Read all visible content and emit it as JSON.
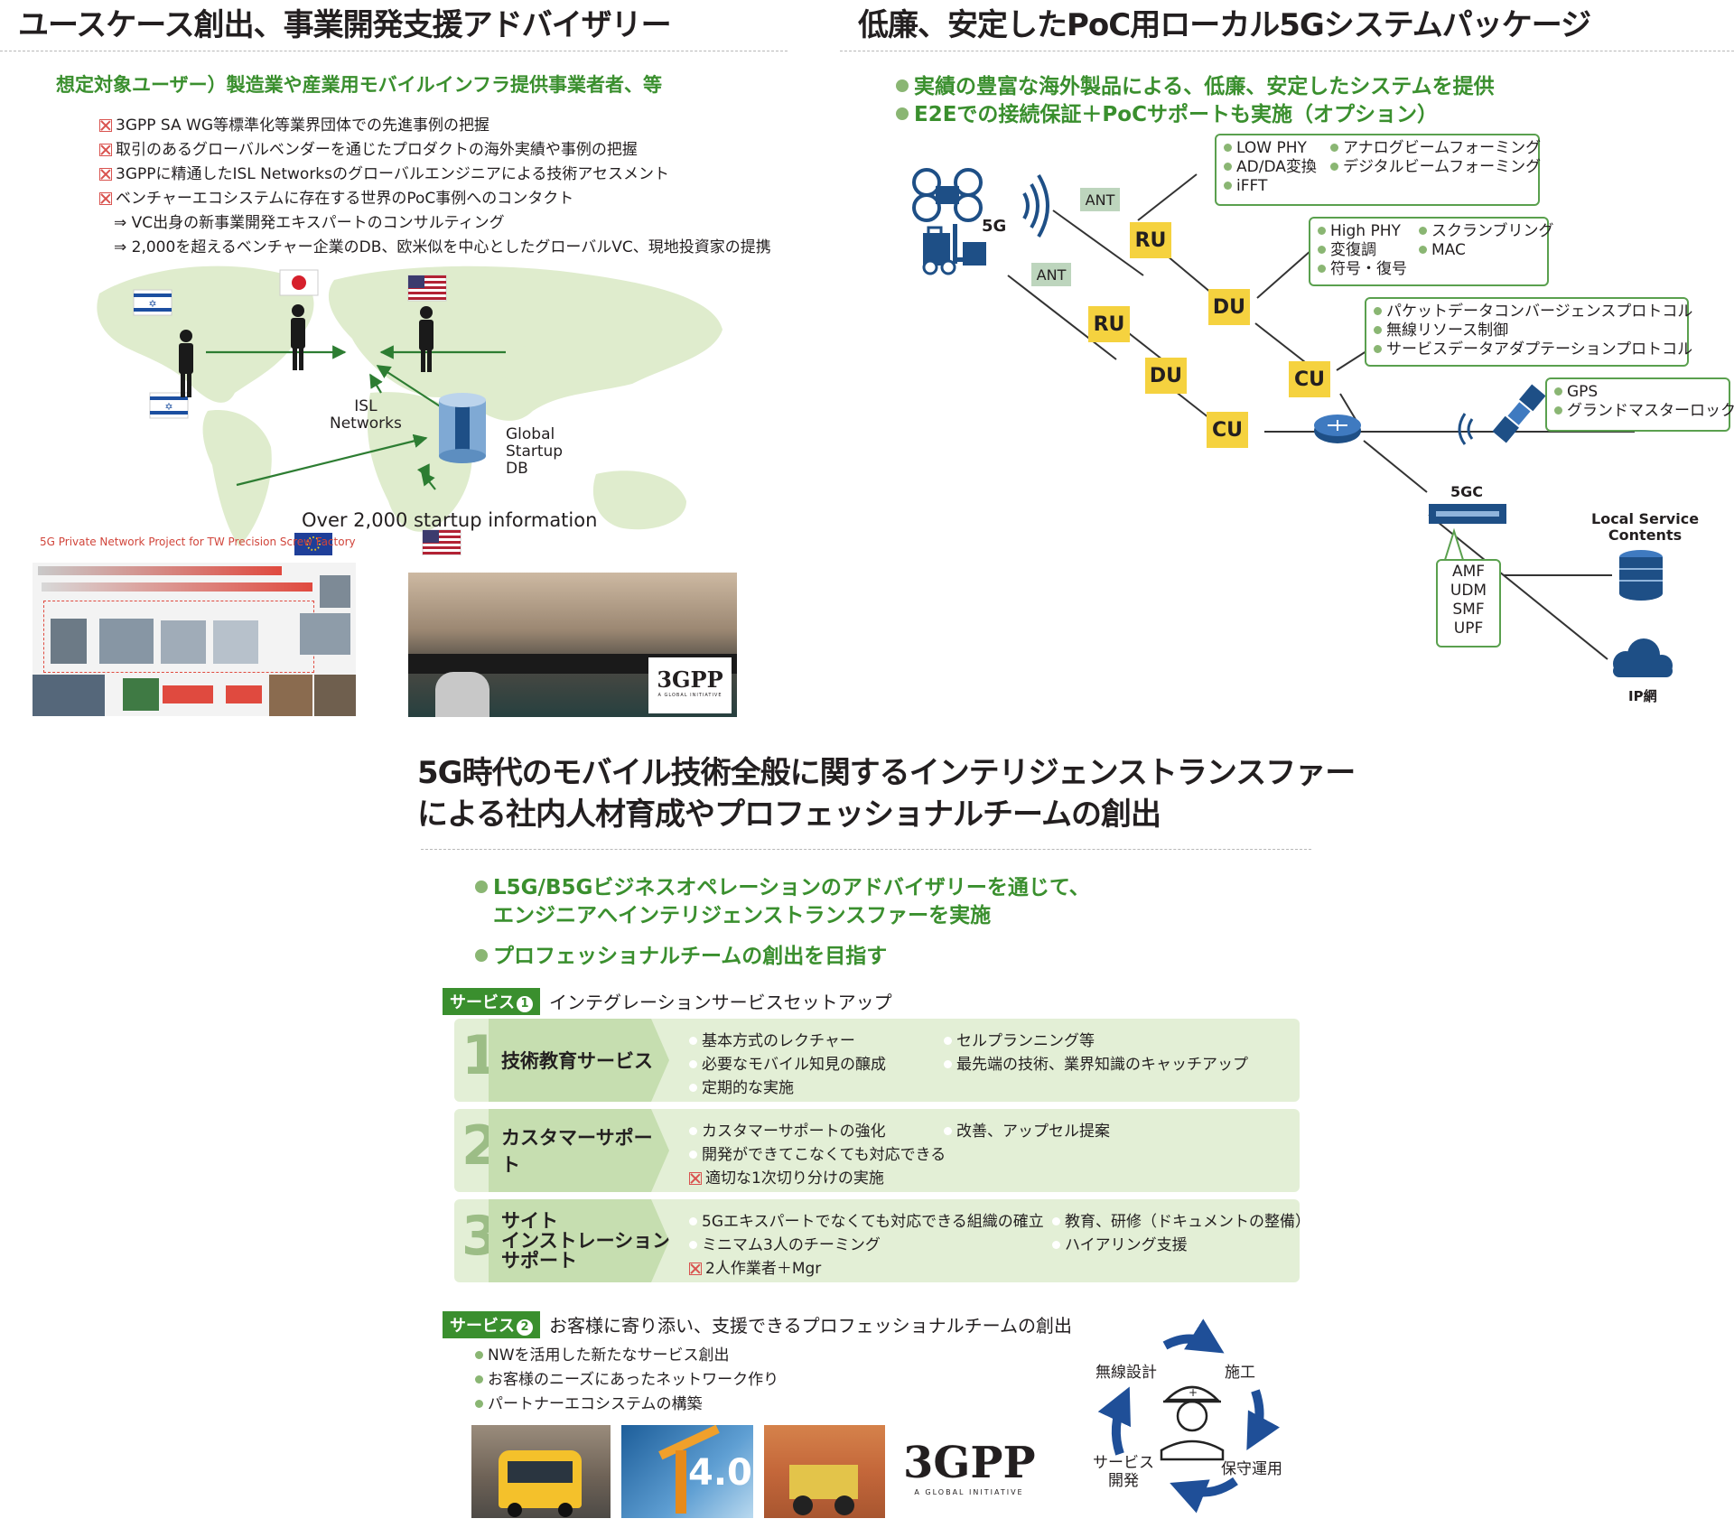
{
  "left_section": {
    "title": "ユースケース創出、事業開発支援アドバイザリー",
    "target_users": "想定対象ユーザー）製造業や産業用モバイルインフラ提供事業者者、等",
    "items": [
      "3GPP SA WG等標準化等業界団体での先進事例の把握",
      "取引のあるグローバルベンダーを通じたプロダクトの海外実績や事例の把握",
      "3GPPに精通したISL Networksのグローバルエンジニアによる技術アセスメント",
      "ベンチャーエコシステムに存在する世界のPoC事例へのコンタクト"
    ],
    "sub_items": [
      "⇒ VC出身の新事業開発エキスパートのコンサルティング",
      "⇒ 2,000を超えるベンチャー企業のDB、欧米似を中心としたグローバルVC、現地投資家の提携"
    ],
    "map": {
      "isl_label": "ISL\nNetworks",
      "db_label": "Global\nStartup\nDB",
      "caption": "Over 2,000 startup information"
    },
    "project_caption": "5G Private Network Project for TW Precision Screw Factory"
  },
  "right_section": {
    "title": "低廉、安定したPoC用ローカル5Gシステムパッケージ",
    "bullets": [
      "実績の豊富な海外製品による、低廉、安定したシステムを提供",
      "E2Eでの接続保証＋PoCサポートも実施（オプション）"
    ],
    "diagram": {
      "label_5g": "5G",
      "ant": "ANT",
      "ru": "RU",
      "du": "DU",
      "cu": "CU",
      "core": "5GC",
      "ip": "IP網",
      "local_service": "Local Service\nContents",
      "ru_features_left": [
        "LOW PHY",
        "AD/DA変換",
        "iFFT"
      ],
      "ru_features_right": [
        "アナログビームフォーミング",
        "デジタルビームフォーミング"
      ],
      "du_features_left": [
        "High PHY",
        "変復調",
        "符号・復号"
      ],
      "du_features_right": [
        "スクランブリング",
        "MAC"
      ],
      "cu_features": [
        "パケットデータコンバージェンスプロトコル",
        "無線リソース制御",
        "サービスデータアダプテーションプロトコル"
      ],
      "gps_features": [
        "GPS",
        "グランドマスターロック"
      ],
      "core_functions": [
        "AMF",
        "UDM",
        "SMF",
        "UPF"
      ]
    }
  },
  "bottom_section": {
    "title_line1": "5G時代のモバイル技術全般に関するインテリジェンストランスファー",
    "title_line2": "による社内人材育成やプロフェッショナルチームの創出",
    "bullets": [
      "L5G/B5Gビジネスオペレーションのアドバイザリーを通じて、",
      "エンジニアへインテリジェンストランスファーを実施",
      "プロフェッショナルチームの創出を目指す"
    ],
    "service1": {
      "badge": "サービス",
      "num": "1",
      "title": "インテグレーションサービスセットアップ",
      "rows": [
        {
          "num": "1",
          "name": "技術教育サービス",
          "left": [
            "基本方式のレクチャー",
            "必要なモバイル知見の醸成",
            "定期的な実施"
          ],
          "right": [
            "セルプランニング等",
            "最先端の技術、業界知識のキャッチアップ"
          ]
        },
        {
          "num": "2",
          "name": "カスタマーサポート",
          "left": [
            "カスタマーサポートの強化",
            "開発ができてこなくても対応できる",
            "適切な1次切り分けの実施"
          ],
          "right": [
            "改善、アップセル提案"
          ]
        },
        {
          "num": "3",
          "name": "サイト\nインストレーション\nサポート",
          "left": [
            "5Gエキスパートでなくても対応できる組織の確立",
            "ミニマム3人のチーミング",
            "2人作業者＋Mgr"
          ],
          "right": [
            "教育、研修（ドキュメントの整備）",
            "ハイアリング支援"
          ]
        }
      ]
    },
    "service2": {
      "badge": "サービス",
      "num": "2",
      "title": "お客様に寄り添い、支援できるプロフェッショナルチームの創出",
      "items": [
        "NWを活用した新たなサービス創出",
        "お客様のニーズにあったネットワーク作り",
        "パートナーエコシステムの構築"
      ],
      "cycle": [
        "無線設計",
        "施工",
        "保守運用",
        "サービス\n開発"
      ]
    },
    "logo_text": "3GPP",
    "logo_sub": "A GLOBAL INITIATIVE",
    "industry_text": "4.0"
  }
}
